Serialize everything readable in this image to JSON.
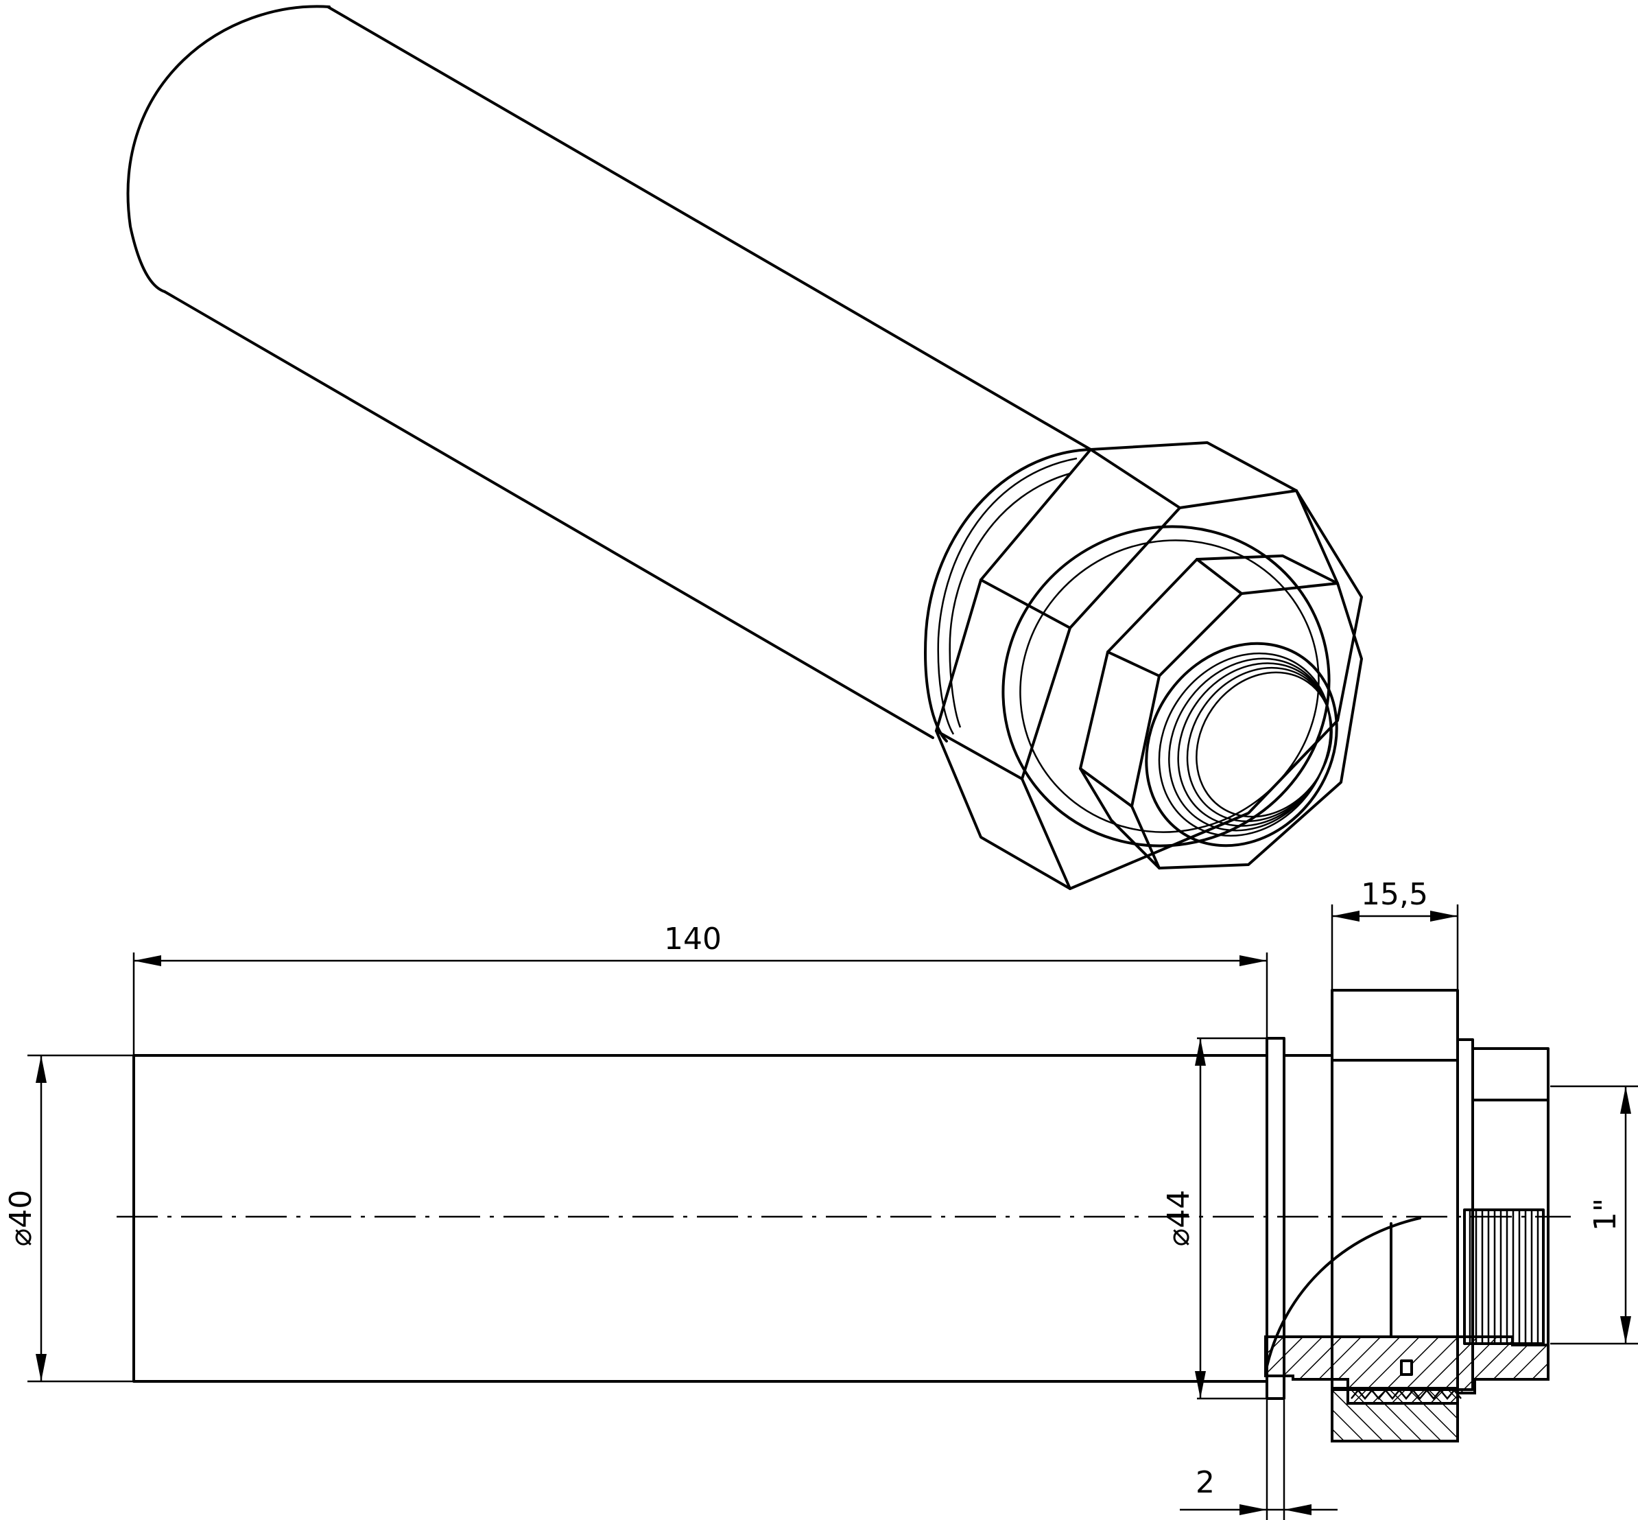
{
  "drawing": {
    "dimensions": {
      "overall_length": "140",
      "outer_diameter": "⌀40",
      "flange_diameter": "⌀44",
      "nut_width": "15,5",
      "flange_thickness": "2",
      "thread_size": "1\""
    }
  }
}
